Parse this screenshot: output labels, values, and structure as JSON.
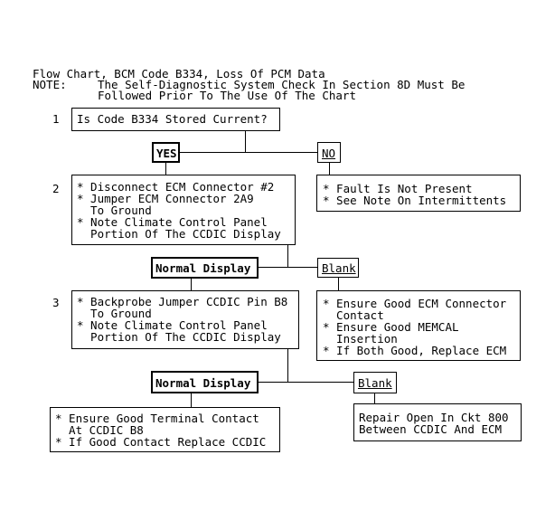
{
  "header": {
    "title": "Flow Chart, BCM Code B334, Loss Of PCM Data",
    "note_label": "NOTE:",
    "note_line1": "The Self-Diagnostic System Check In Section 8D Must Be",
    "note_line2": "Followed Prior To The Use Of The Chart"
  },
  "steps": [
    {
      "number": "1",
      "lines": [
        "Is Code B334 Stored Current?"
      ]
    },
    {
      "number": "2",
      "lines": [
        "* Disconnect ECM Connector #2",
        "* Jumper ECM Connector 2A9",
        "  To Ground",
        "* Note Climate Control Panel",
        "  Portion Of The CCDIC Display"
      ]
    },
    {
      "number": "3",
      "lines": [
        "* Backprobe Jumper CCDIC Pin B8",
        "  To Ground",
        "* Note Climate Control Panel",
        "  Portion Of The CCDIC Display"
      ]
    }
  ],
  "decisions": {
    "yes": "YES",
    "no": "NO",
    "normal1": "Normal Display",
    "blank1": "Blank",
    "normal2": "Normal Display",
    "blank2": "Blank"
  },
  "results": {
    "no_result": [
      "* Fault Is Not Present",
      "* See Note On Intermittents"
    ],
    "blank1_result": [
      "* Ensure Good ECM Connector",
      "  Contact",
      "* Ensure Good MEMCAL",
      "  Insertion",
      "* If Both Good, Replace ECM"
    ],
    "normal2_result": [
      "* Ensure Good Terminal Contact",
      "  At CCDIC B8",
      "* If Good Contact Replace CCDIC"
    ],
    "blank2_result": [
      "Repair Open In Ckt 800",
      "Between CCDIC And ECM"
    ]
  }
}
